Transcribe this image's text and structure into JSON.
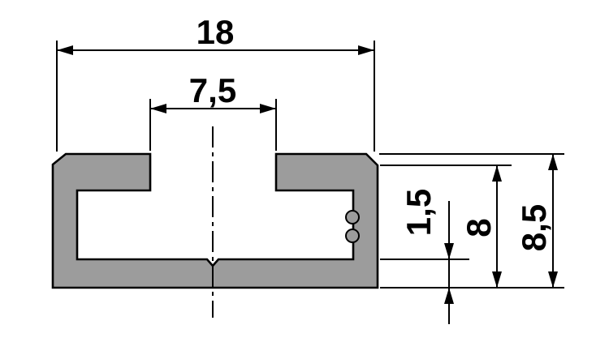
{
  "figure": {
    "kind": "profile-cross-section-drawing"
  },
  "dimensions": {
    "overall_width": {
      "label": "18",
      "value": 18,
      "orientation": "horizontal"
    },
    "slot_opening_width": {
      "label": "7,5",
      "value": 7.5,
      "orientation": "horizontal"
    },
    "base_thickness": {
      "label": "1,5",
      "value": 1.5,
      "orientation": "vertical"
    },
    "height_inner": {
      "label": "8",
      "value": 8,
      "orientation": "vertical"
    },
    "height_overall": {
      "label": "8,5",
      "value": 8.5,
      "orientation": "vertical"
    }
  },
  "colors": {
    "profile_fill": "#9c9c9c",
    "line": "#000000",
    "background": "#ffffff"
  }
}
